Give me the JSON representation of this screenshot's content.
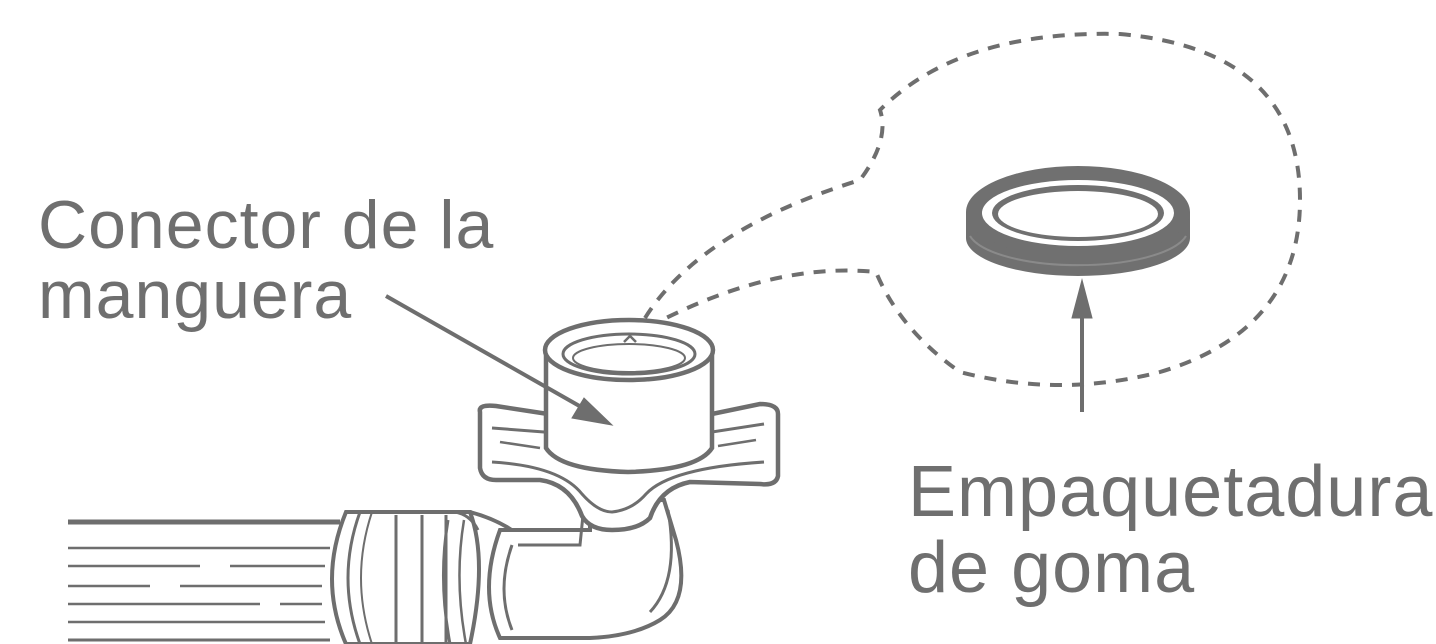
{
  "labels": {
    "hose_connector": {
      "line1": "Conector de la",
      "line2": "manguera"
    },
    "rubber_gasket": {
      "line1": "Empaquetadura",
      "line2": "de goma"
    }
  },
  "colors": {
    "ink": "#6e6e6e",
    "text": "#6f6f6f",
    "gasket": "#707070",
    "background": "#ffffff"
  }
}
